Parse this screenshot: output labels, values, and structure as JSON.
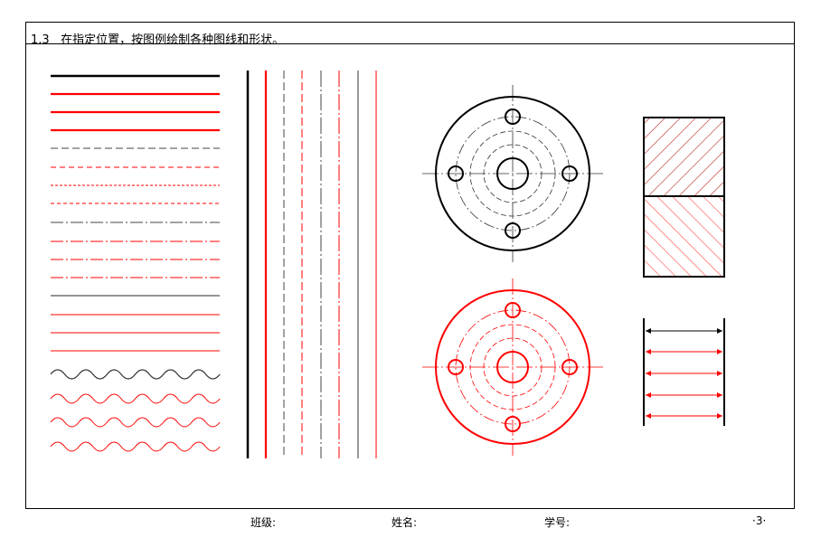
{
  "exercise": {
    "number": "1.3",
    "instruction": "在指定位置，按图例绘制各种图线和形状。"
  },
  "footer": {
    "class_label": "班级:",
    "name_label": "姓名:",
    "student_id_label": "学号:",
    "page_number": "·3·"
  },
  "colors": {
    "black": "#000000",
    "red": "#ff0000",
    "gray": "#555555"
  }
}
